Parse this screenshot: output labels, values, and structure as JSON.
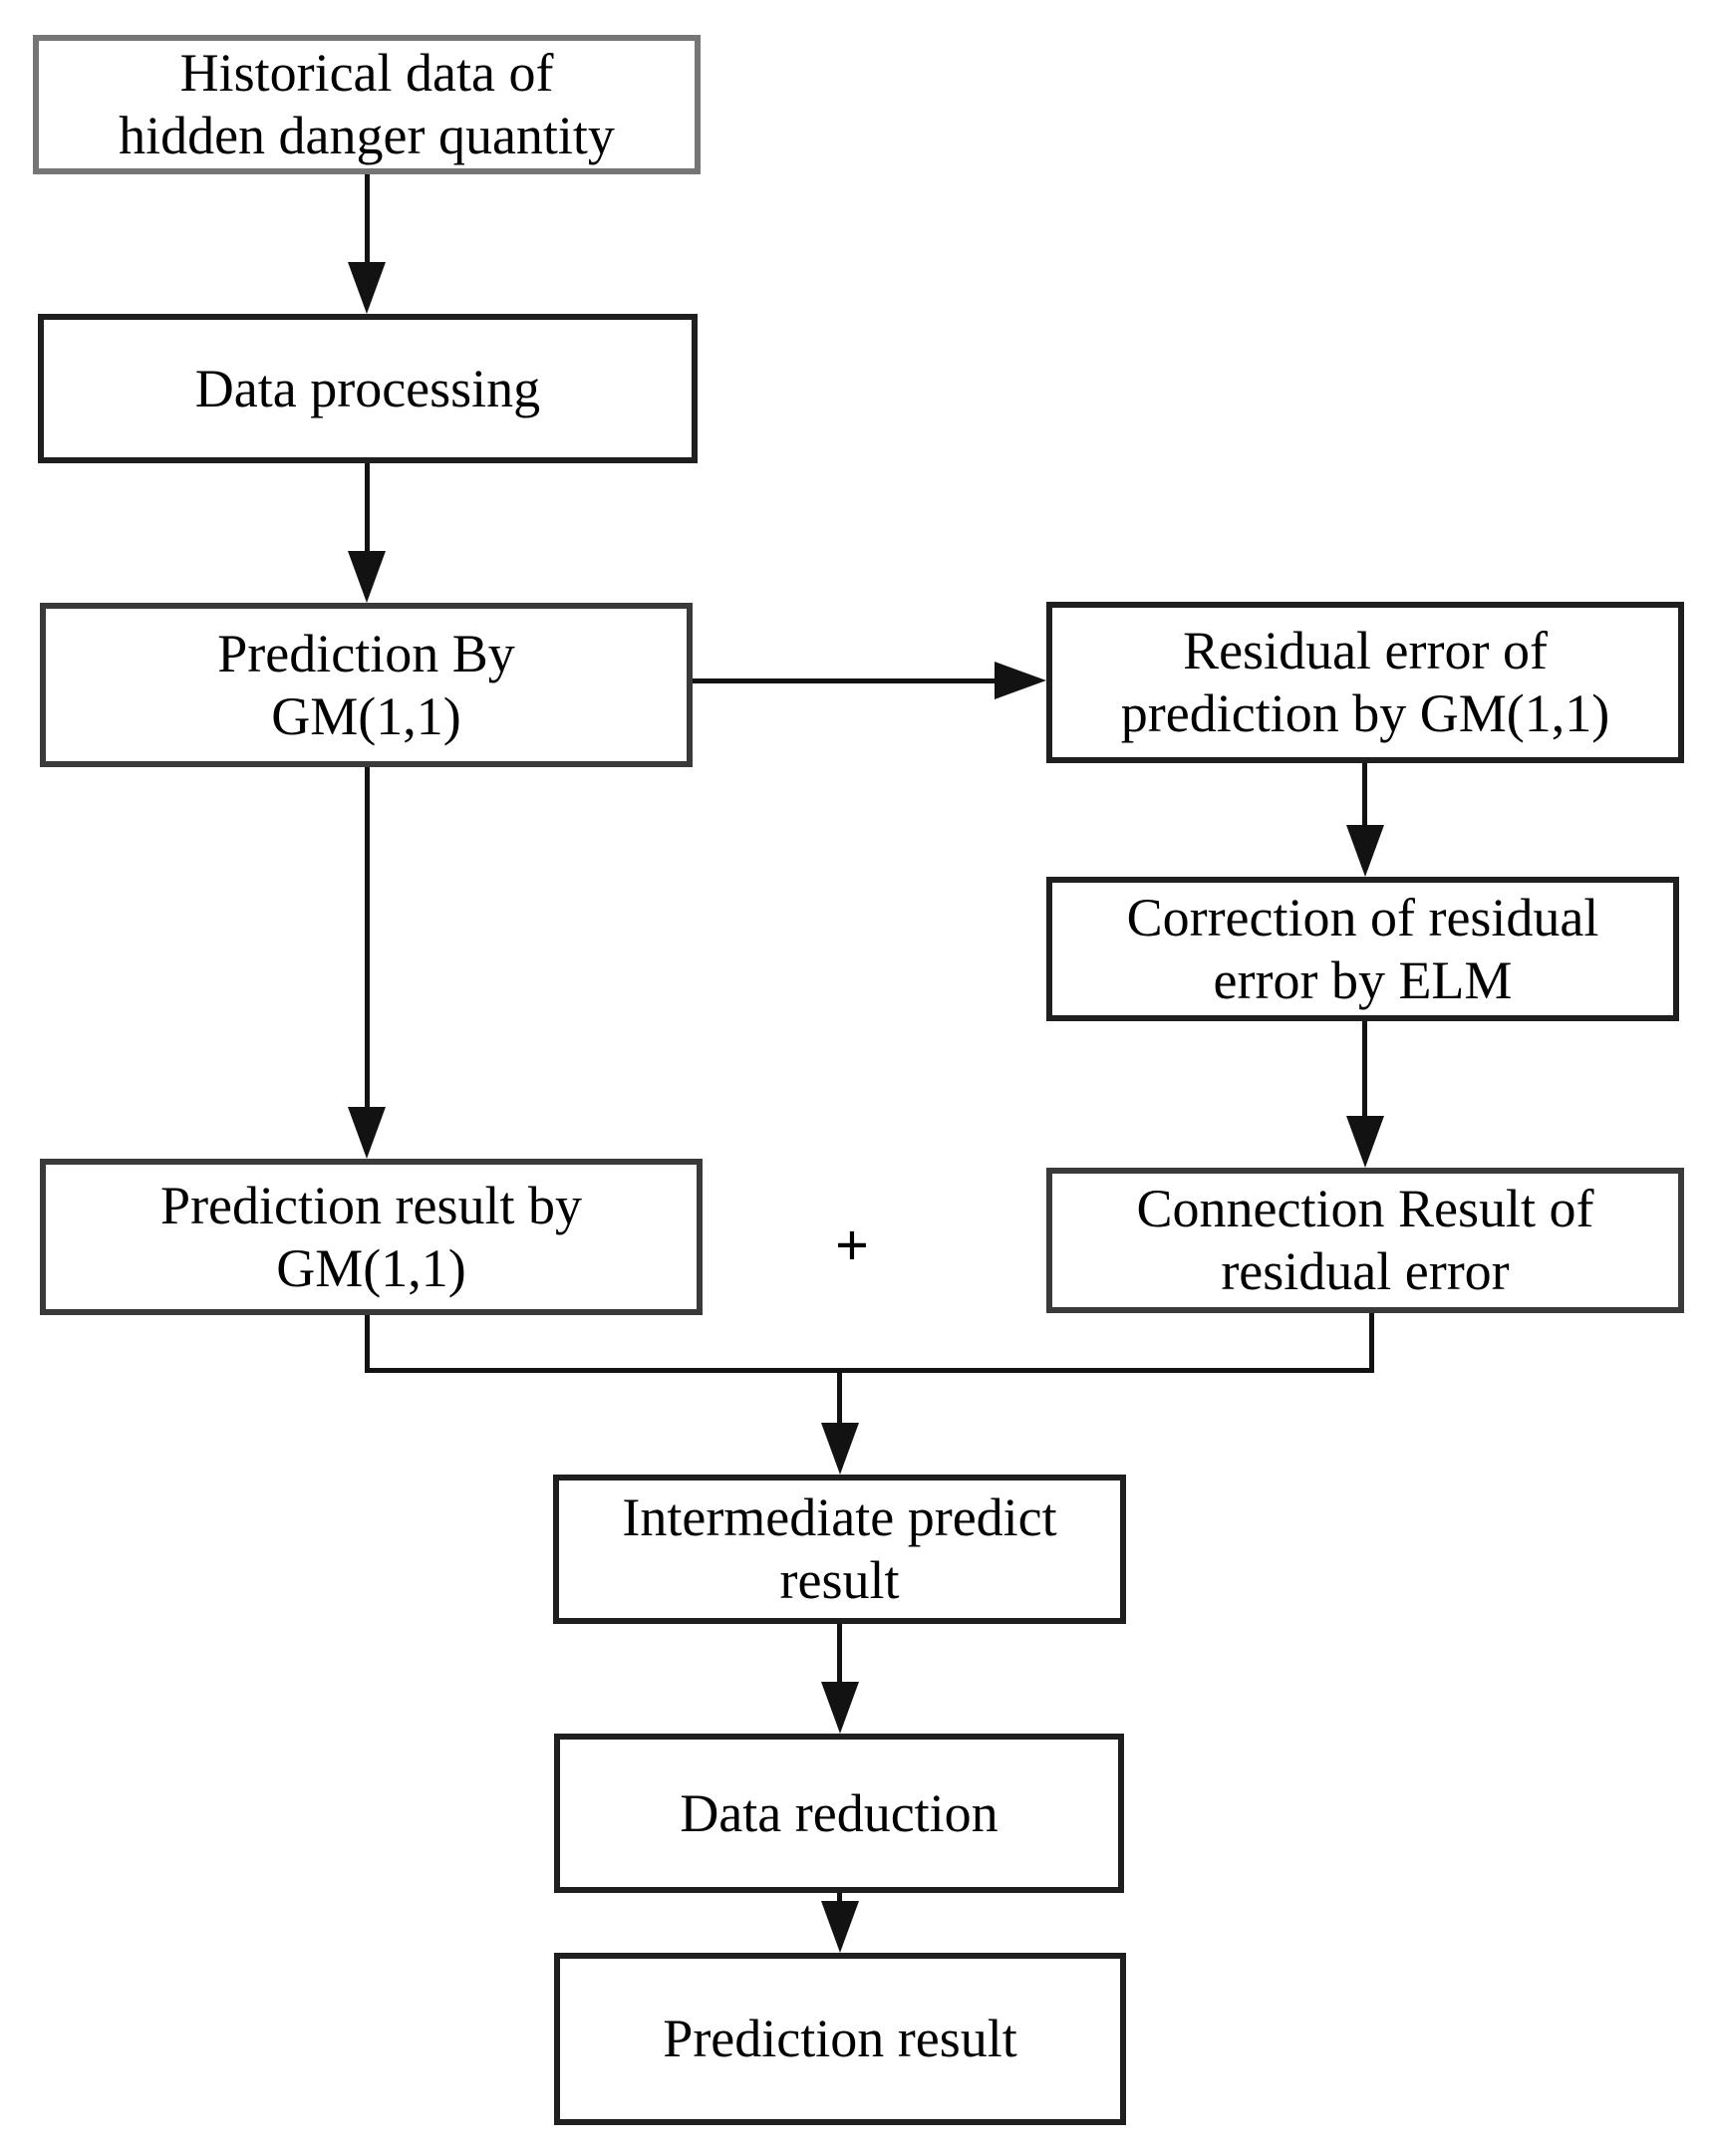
{
  "diagram": {
    "title_hint": "GM(1,1) and ELM hidden danger quantity prediction flowchart",
    "nodes": {
      "historical": {
        "label": "Historical data of\nhidden danger quantity"
      },
      "processing": {
        "label": "Data processing"
      },
      "gm_prediction": {
        "label": "Prediction By\nGM(1,1)"
      },
      "residual": {
        "label": "Residual error of\nprediction by GM(1,1)"
      },
      "correction": {
        "label": "Correction of residual\nerror by ELM"
      },
      "gm_result": {
        "label": "Prediction result by\nGM(1,1)"
      },
      "connection": {
        "label": "Connection Result of\nresidual error"
      },
      "intermediate": {
        "label": "Intermediate predict\nresult"
      },
      "reduction": {
        "label": "Data reduction"
      },
      "final": {
        "label": "Prediction result"
      }
    },
    "operators": {
      "plus": "+"
    },
    "colors": {
      "line_color": "#121212",
      "border_dark": "#1f1f1f",
      "border_mid": "#3a3a3a",
      "border_gray": "#767676",
      "text_color": "#000000",
      "bg_color": "#ffffff"
    }
  }
}
